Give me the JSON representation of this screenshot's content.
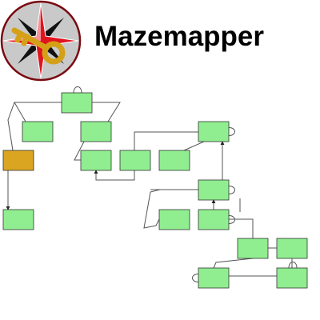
{
  "header": {
    "title": "Mazemapper",
    "logo_icon": "compass-key-icon"
  },
  "colors": {
    "room_fill": "#90ee90",
    "room_highlight_fill": "#daa520",
    "room_stroke": "#333333",
    "edge_stroke": "#555555",
    "logo_ring": "#7a0a12",
    "logo_grey": "#c9c9c9",
    "logo_star_red": "#e0141e",
    "logo_star_black": "#111111",
    "logo_key": "#d4a017"
  },
  "diagram": {
    "type": "maze-map",
    "rooms": [
      {
        "id": "r0",
        "highlight": false
      },
      {
        "id": "r1",
        "highlight": false
      },
      {
        "id": "r2",
        "highlight": false
      },
      {
        "id": "r3",
        "highlight": true
      },
      {
        "id": "r4",
        "highlight": false
      },
      {
        "id": "r5",
        "highlight": false
      },
      {
        "id": "r6",
        "highlight": false
      },
      {
        "id": "r7",
        "highlight": false
      },
      {
        "id": "r8",
        "highlight": false
      },
      {
        "id": "r9",
        "highlight": false
      },
      {
        "id": "r10",
        "highlight": false
      },
      {
        "id": "r11",
        "highlight": false
      },
      {
        "id": "r12",
        "highlight": false
      },
      {
        "id": "r13",
        "highlight": false
      },
      {
        "id": "r14",
        "highlight": false
      },
      {
        "id": "r15",
        "highlight": false
      },
      {
        "id": "r16",
        "highlight": false
      }
    ],
    "edges": [
      {
        "from": "r0",
        "to": "r1",
        "directed": false
      },
      {
        "from": "r0",
        "to": "r2",
        "directed": false
      },
      {
        "from": "r0",
        "to": "r3",
        "directed": false
      },
      {
        "from": "r2",
        "to": "r5",
        "directed": false
      },
      {
        "from": "r3",
        "to": "r4",
        "directed": true
      },
      {
        "from": "r6",
        "to": "r5",
        "directed": true
      },
      {
        "from": "r6",
        "to": "r8",
        "directed": false
      },
      {
        "from": "r7",
        "to": "r8",
        "directed": false
      },
      {
        "from": "r10",
        "to": "r8",
        "directed": true
      },
      {
        "from": "r12",
        "to": "r9",
        "directed": true
      },
      {
        "from": "r12",
        "to": "r13",
        "directed": false
      },
      {
        "from": "r10",
        "to": "r11",
        "directed": false
      },
      {
        "from": "r13",
        "to": "r14",
        "directed": false
      },
      {
        "from": "r13",
        "to": "r16",
        "directed": false
      },
      {
        "from": "r14",
        "to": "r15",
        "directed": false
      },
      {
        "from": "r15",
        "to": "r16",
        "directed": false
      }
    ],
    "self_loops": [
      "r0",
      "r8",
      "r9",
      "r11",
      "r14",
      "r15"
    ]
  }
}
